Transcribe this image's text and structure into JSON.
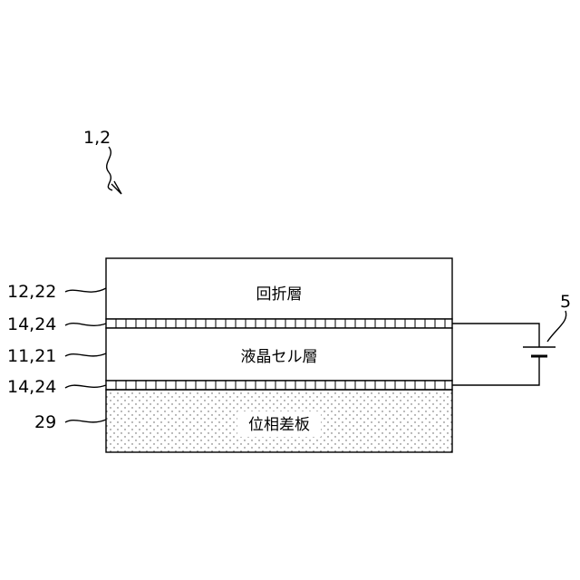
{
  "figure": {
    "device_ref": "1,2",
    "battery_ref": "5",
    "layers": [
      {
        "ref": "12,22",
        "label": "回折層",
        "kind": "plain"
      },
      {
        "ref": "14,24",
        "label": "",
        "kind": "electrode"
      },
      {
        "ref": "11,21",
        "label": "液晶セル層",
        "kind": "plain"
      },
      {
        "ref": "14,24",
        "label": "",
        "kind": "electrode"
      },
      {
        "ref": "29",
        "label": "位相差板",
        "kind": "dotted"
      }
    ]
  }
}
